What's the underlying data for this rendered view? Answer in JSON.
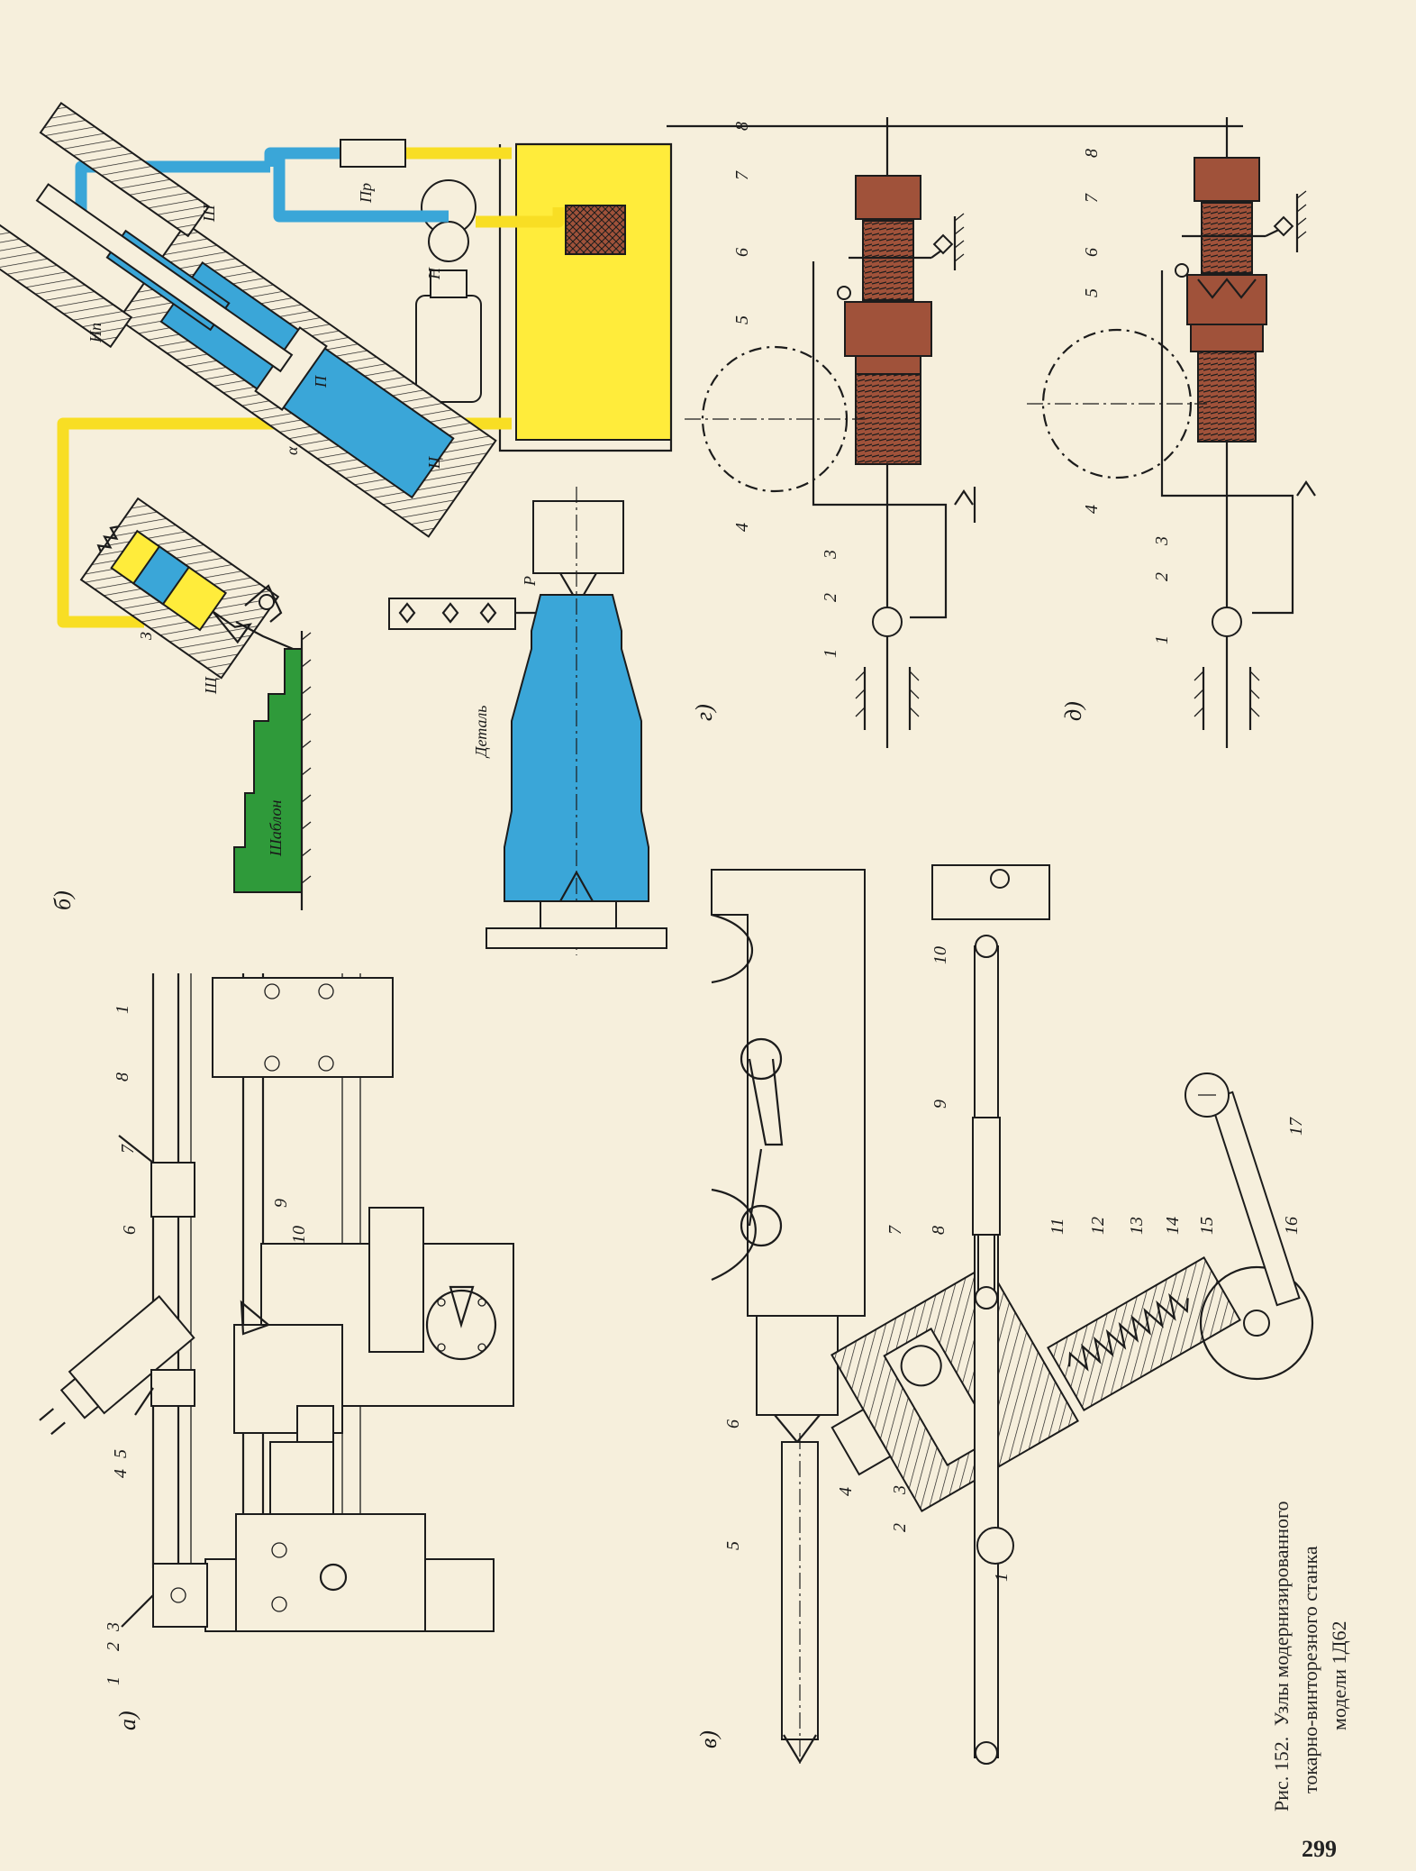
{
  "caption": {
    "fig_label": "Рис. 152.",
    "line1": "Узлы модернизированного",
    "line2": "токарно-винторезного станка",
    "line3": "модели 1Д62"
  },
  "page_number": "299",
  "panels": {
    "a": {
      "label": "а)",
      "numbers": [
        "1",
        "2",
        "3",
        "4",
        "5",
        "6",
        "7",
        "8",
        "9",
        "10",
        "1"
      ]
    },
    "b": {
      "label": "б)",
      "labels": {
        "np": "Нп",
        "sh": "Ш",
        "pr": "Пр",
        "n": "Н",
        "p": "П",
        "alpha": "α",
        "c": "Ц",
        "z": "З",
        "shch": "Щ",
        "r": "Р",
        "template": "Шаблон",
        "part": "Деталь"
      }
    },
    "v": {
      "label": "в)",
      "numbers": [
        "1",
        "2",
        "3",
        "4",
        "5",
        "6",
        "7",
        "8",
        "9",
        "10",
        "11",
        "12",
        "13",
        "14",
        "15",
        "16",
        "17"
      ]
    },
    "g": {
      "label": "г)",
      "numbers": [
        "1",
        "2",
        "3",
        "4",
        "5",
        "6",
        "7",
        "8"
      ]
    },
    "d": {
      "label": "д)",
      "numbers": [
        "1",
        "2",
        "3",
        "4",
        "5",
        "6",
        "7",
        "8"
      ]
    }
  },
  "colors": {
    "paper": "#f6efdc",
    "hydraulic_blue": "#3aa6d8",
    "oil_yellow": "#ffec3b",
    "template_green": "#2f9a3a",
    "clutch_brown": "#a0523a"
  }
}
